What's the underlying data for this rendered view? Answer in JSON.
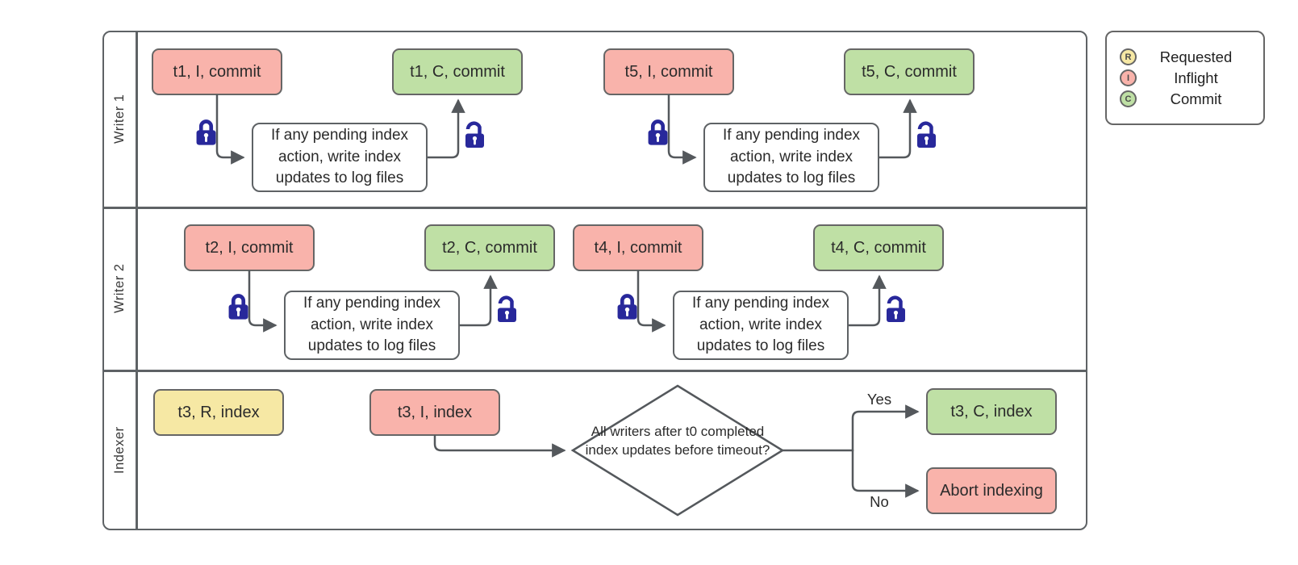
{
  "lanes": {
    "w1": "Writer 1",
    "w2": "Writer 2",
    "ix": "Indexer"
  },
  "boxes": {
    "t1_i": "t1, I, commit",
    "t1_c": "t1, C, commit",
    "t5_i": "t5, I, commit",
    "t5_c": "t5, C, commit",
    "t2_i": "t2, I, commit",
    "t2_c": "t2, C, commit",
    "t4_i": "t4, I, commit",
    "t4_c": "t4, C, commit",
    "t3_r": "t3, R, index",
    "t3_i": "t3, I, index",
    "t3_c": "t3, C, index",
    "abort": "Abort indexing",
    "process": "If any pending index action, write index updates to log files",
    "decision": "All writers after t0 completed index updates before timeout?"
  },
  "labels": {
    "yes": "Yes",
    "no": "No"
  },
  "legend": {
    "requested": {
      "letter": "R",
      "label": "Requested",
      "color": "#f6e8a4"
    },
    "inflight": {
      "letter": "I",
      "label": "Inflight",
      "color": "#f9b3ab"
    },
    "commit": {
      "letter": "C",
      "label": "Commit",
      "color": "#bfe0a5"
    }
  },
  "colors": {
    "inflight": "#f9b3ab",
    "commit": "#bfe0a5",
    "requested": "#f6e8a4",
    "line": "#54585c",
    "border": "#666666",
    "lock": "#28289b"
  }
}
